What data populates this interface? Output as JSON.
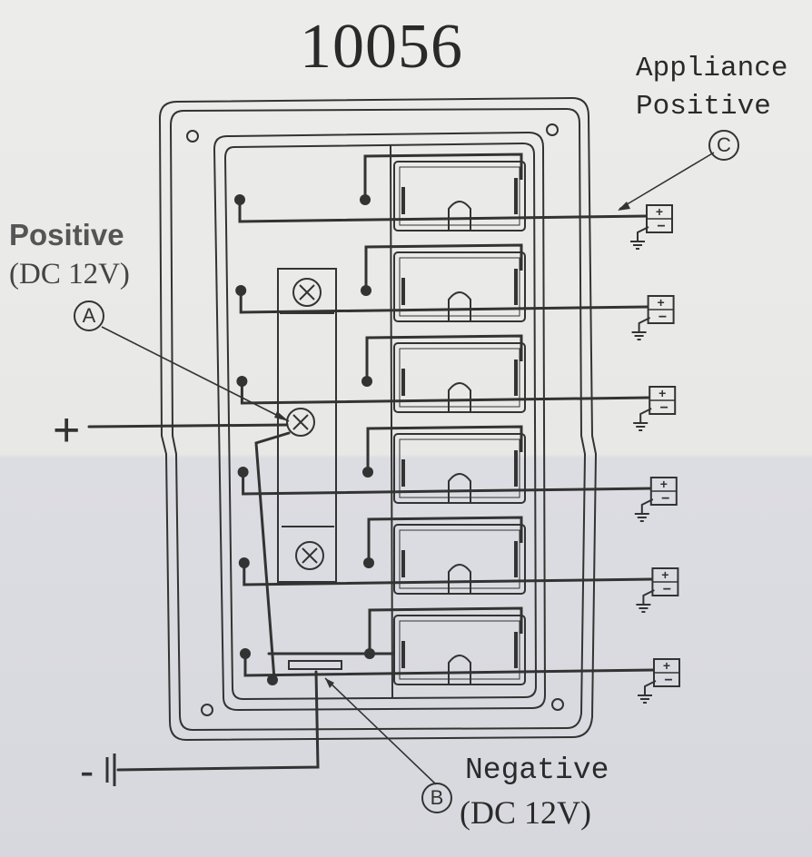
{
  "title": "10056",
  "labels": {
    "appliance_line1": "Appliance",
    "appliance_line2": "Positive",
    "positive_line1": "Positive",
    "positive_line2": "(DC 12V)",
    "negative_line1": "Negative",
    "negative_line2": "(DC 12V)",
    "marker_a": "A",
    "marker_b": "B",
    "marker_c": "C",
    "plus_sign": "+",
    "minus_sign": "-"
  },
  "terminal_symbols": {
    "plus": "+",
    "minus": "−"
  },
  "switch_count": 6,
  "colors": {
    "ink": "#333333",
    "paper": "#e9e9e7"
  }
}
